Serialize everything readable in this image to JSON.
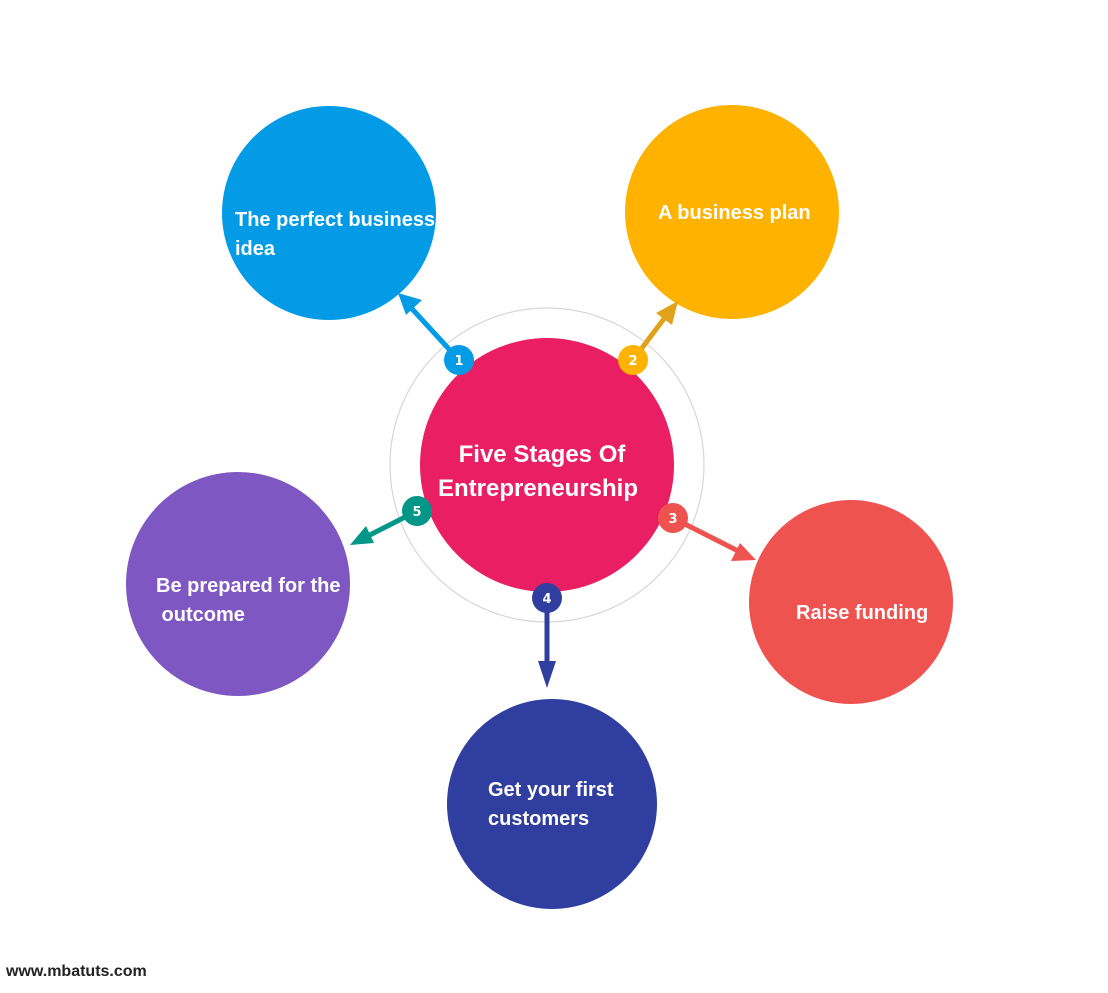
{
  "title": [
    "Five Stages Of",
    "Entrepreneurship"
  ],
  "stages": [
    {
      "number": "1",
      "lines": [
        "The perfect business",
        "idea"
      ],
      "color": "#039BE5",
      "arrow_color": "#039BE5"
    },
    {
      "number": "2",
      "lines": [
        "A business plan"
      ],
      "color": "#FFB300",
      "arrow_color": "#E0A21B"
    },
    {
      "number": "3",
      "lines": [
        "Raise funding"
      ],
      "color": "#EF5350",
      "arrow_color": "#EF5350"
    },
    {
      "number": "4",
      "lines": [
        "Get your first",
        "customers"
      ],
      "color": "#303F9F",
      "arrow_color": "#303F9F"
    },
    {
      "number": "5",
      "lines": [
        "Be prepared for the",
        " outcome"
      ],
      "color": "#7E57C2",
      "arrow_color": "#009688"
    }
  ],
  "center_color": "#E91E63",
  "footer": "www.mbatuts.com"
}
